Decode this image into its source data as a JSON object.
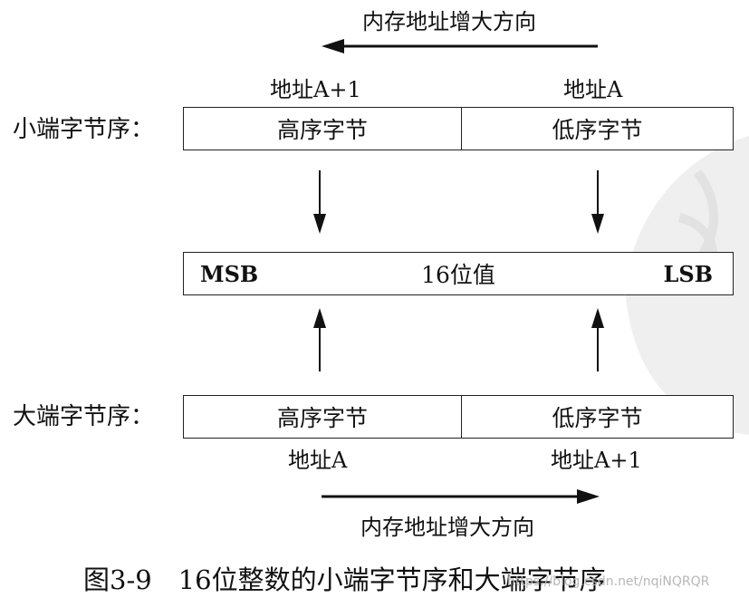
{
  "top_direction_label": "内存地址增大方向",
  "bottom_direction_label": "内存地址增大方向",
  "little_endian": {
    "row_label": "小端字节序：",
    "left_address": "地址A+1",
    "right_address": "地址A",
    "left_cell": "高序字节",
    "right_cell": "低序字节"
  },
  "value_box": {
    "left": "MSB",
    "center": "16位值",
    "right": "LSB"
  },
  "big_endian": {
    "row_label": "大端字节序：",
    "left_cell": "高序字节",
    "right_cell": "低序字节",
    "left_address": "地址A",
    "right_address": "地址A+1"
  },
  "caption": "图3-9　16位整数的小端字节序和大端字节序",
  "watermark": "https://blog.csdn.net/nqiNQRQR",
  "colors": {
    "ink": "#111111",
    "deco": "#ececec"
  }
}
